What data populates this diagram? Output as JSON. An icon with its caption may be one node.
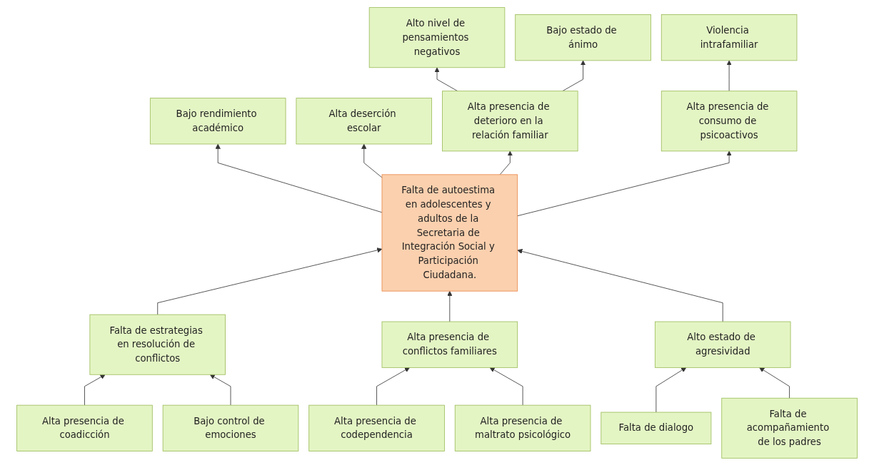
{
  "diagram": {
    "nodes": [
      {
        "text": [
          "Alto nivel de pensamientos negativos"
        ]
      },
      {
        "text": [
          "Bajo estado de ánimo"
        ]
      },
      {
        "text": [
          "Violencia intrafamiliar"
        ]
      },
      {
        "text": [
          "Bajo rendimiento académico"
        ]
      },
      {
        "text": [
          "Alta deserción escolar"
        ]
      },
      {
        "text": [
          "Alta presencia de deterioro en la relación familiar"
        ]
      },
      {
        "text": [
          "Alta presencia de consumo de psicoactivos"
        ]
      },
      {
        "text": [
          "Falta de autoestima en adolescentes y adultos de la Secretaria de Integración Social y Participación Ciudadana."
        ]
      },
      {
        "text": [
          "Falta de estrategias en resolución de conflictos"
        ]
      },
      {
        "text": [
          "Alta presencia de conflictos familiares"
        ]
      },
      {
        "text": [
          "Alto estado de agresividad"
        ]
      },
      {
        "text": [
          "Alta presencia de coadicción"
        ]
      },
      {
        "text": [
          "Bajo control de emociones"
        ]
      },
      {
        "text": [
          "Alta presencia de codependencia"
        ]
      },
      {
        "text": [
          "Alta presencia de maltrato psicológico"
        ]
      },
      {
        "text": [
          "Falta de dialogo"
        ]
      },
      {
        "text": [
          "Falta de acompañamiento de los padres"
        ]
      }
    ],
    "edges": [
      {
        "from": 5,
        "to": 0,
        "arrow": "to"
      },
      {
        "from": 5,
        "to": 1,
        "arrow": "to"
      },
      {
        "from": 6,
        "to": 2,
        "arrow": "to"
      },
      {
        "from": 7,
        "to": 5,
        "arrow": "to"
      },
      {
        "from": 7,
        "to": 6,
        "arrow": "to"
      },
      {
        "from": 7,
        "to": 3,
        "arrow": "to"
      },
      {
        "from": 7,
        "to": 4,
        "arrow": "to"
      },
      {
        "from": 8,
        "to": 7,
        "arrow": "to"
      },
      {
        "from": 9,
        "to": 7,
        "arrow": "to"
      },
      {
        "from": 10,
        "to": 7,
        "arrow": "to"
      },
      {
        "from": 11,
        "to": 8,
        "arrow": "to"
      },
      {
        "from": 12,
        "to": 8,
        "arrow": "to"
      },
      {
        "from": 13,
        "to": 9,
        "arrow": "to"
      },
      {
        "from": 14,
        "to": 9,
        "arrow": "to"
      },
      {
        "from": 15,
        "to": 10,
        "arrow": "to"
      },
      {
        "from": 16,
        "to": 10,
        "arrow": "to"
      }
    ]
  }
}
